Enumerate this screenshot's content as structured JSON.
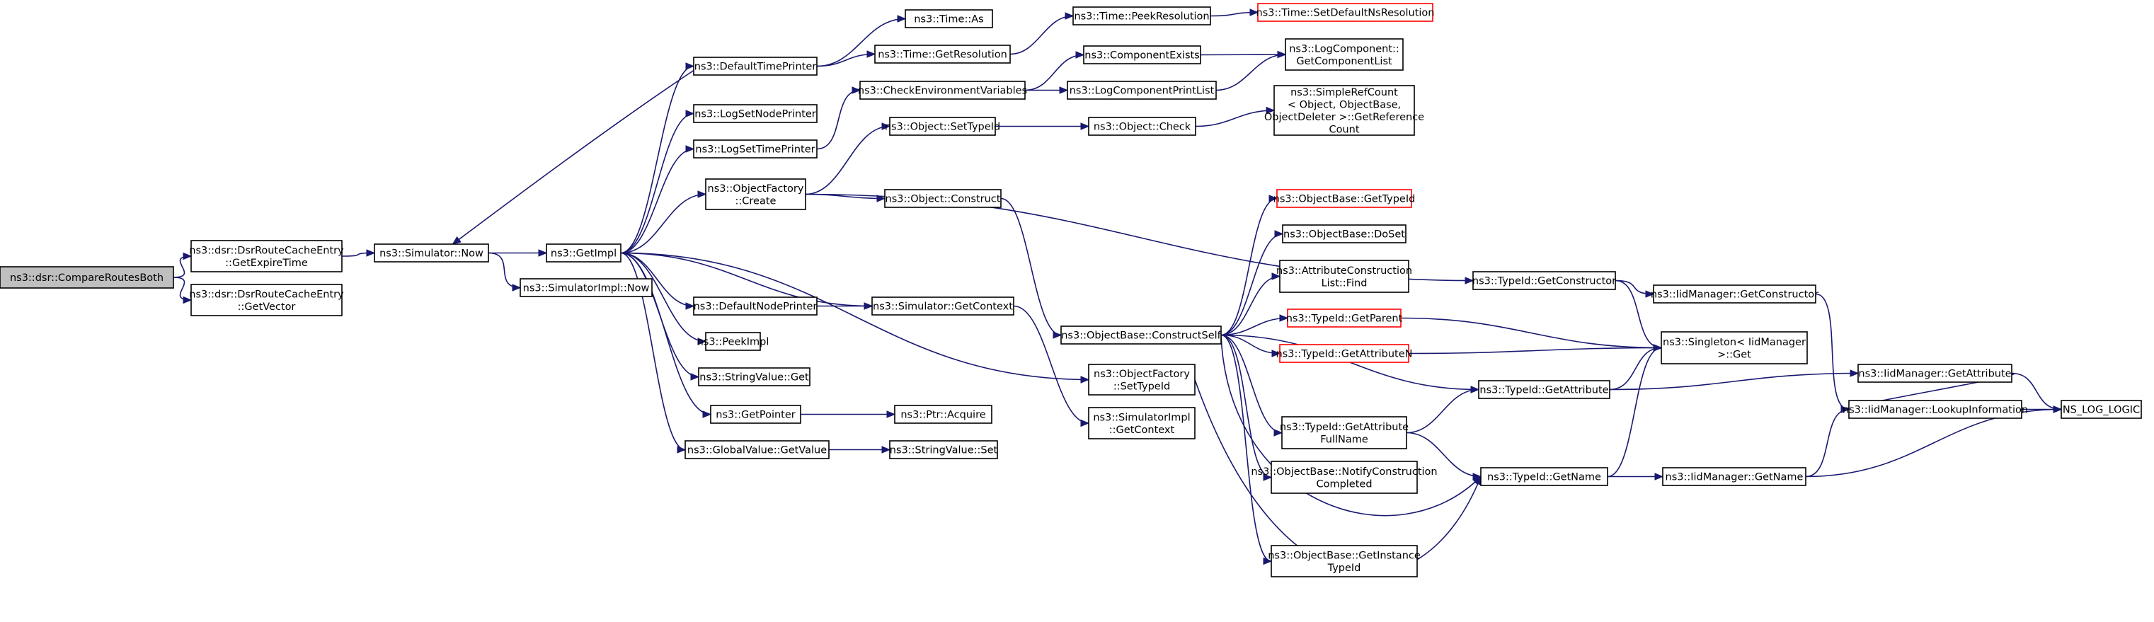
{
  "diagram": {
    "type": "call-graph",
    "colors": {
      "edge": "#191970",
      "root_fill": "#bfbfbf",
      "node_fill": "#ffffff",
      "node_border": "#000000",
      "truncated_border": "#ff0000"
    },
    "nodes": [
      {
        "id": "n0",
        "lines": [
          "ns3::dsr::CompareRoutesBoth"
        ],
        "root": true
      },
      {
        "id": "n1",
        "lines": [
          "ns3::dsr::DsrRouteCacheEntry",
          "::GetExpireTime"
        ]
      },
      {
        "id": "n2",
        "lines": [
          "ns3::dsr::DsrRouteCacheEntry",
          "::GetVector"
        ]
      },
      {
        "id": "n3",
        "lines": [
          "ns3::Simulator::Now"
        ]
      },
      {
        "id": "n4",
        "lines": [
          "ns3::GetImpl"
        ]
      },
      {
        "id": "n5",
        "lines": [
          "ns3::SimulatorImpl::Now"
        ]
      },
      {
        "id": "n6",
        "lines": [
          "ns3::DefaultTimePrinter"
        ]
      },
      {
        "id": "n7",
        "lines": [
          "ns3::LogSetNodePrinter"
        ]
      },
      {
        "id": "n8",
        "lines": [
          "ns3::LogSetTimePrinter"
        ]
      },
      {
        "id": "n9",
        "lines": [
          "ns3::ObjectFactory",
          "::Create"
        ]
      },
      {
        "id": "n10",
        "lines": [
          "ns3::DefaultNodePrinter"
        ]
      },
      {
        "id": "n11",
        "lines": [
          "ns3::PeekImpl"
        ]
      },
      {
        "id": "n12",
        "lines": [
          "ns3::StringValue::Get"
        ]
      },
      {
        "id": "n13",
        "lines": [
          "ns3::GetPointer"
        ]
      },
      {
        "id": "n14",
        "lines": [
          "ns3::GlobalValue::GetValue"
        ]
      },
      {
        "id": "n15",
        "lines": [
          "ns3::Time::As"
        ]
      },
      {
        "id": "n16",
        "lines": [
          "ns3::Time::GetResolution"
        ]
      },
      {
        "id": "n17",
        "lines": [
          "ns3::CheckEnvironmentVariables"
        ]
      },
      {
        "id": "n18",
        "lines": [
          "ns3::Object::SetTypeId"
        ]
      },
      {
        "id": "n19",
        "lines": [
          "ns3::Object::Construct"
        ]
      },
      {
        "id": "n20",
        "lines": [
          "ns3::Simulator::GetContext"
        ]
      },
      {
        "id": "n21",
        "lines": [
          "ns3::Ptr::Acquire"
        ]
      },
      {
        "id": "n22",
        "lines": [
          "ns3::StringValue::Set"
        ]
      },
      {
        "id": "n23",
        "lines": [
          "ns3::Time::PeekResolution"
        ]
      },
      {
        "id": "n24",
        "lines": [
          "ns3::ComponentExists"
        ]
      },
      {
        "id": "n25",
        "lines": [
          "ns3::LogComponentPrintList"
        ]
      },
      {
        "id": "n26",
        "lines": [
          "ns3::Object::Check"
        ]
      },
      {
        "id": "n27",
        "lines": [
          "ns3::ObjectBase::ConstructSelf"
        ]
      },
      {
        "id": "n28",
        "lines": [
          "ns3::ObjectFactory",
          "::SetTypeId"
        ]
      },
      {
        "id": "n29",
        "lines": [
          "ns3::SimulatorImpl",
          "::GetContext"
        ]
      },
      {
        "id": "n30",
        "lines": [
          "ns3::Time::SetDefaultNsResolution"
        ],
        "truncated": true
      },
      {
        "id": "n31",
        "lines": [
          "ns3::LogComponent::",
          "GetComponentList"
        ]
      },
      {
        "id": "n32",
        "lines": [
          "ns3::SimpleRefCount",
          "< Object, ObjectBase,",
          " ObjectDeleter >::GetReference",
          "Count"
        ]
      },
      {
        "id": "n33",
        "lines": [
          "ns3::ObjectBase::GetTypeId"
        ],
        "truncated": true
      },
      {
        "id": "n34",
        "lines": [
          "ns3::ObjectBase::DoSet"
        ]
      },
      {
        "id": "n35",
        "lines": [
          "ns3::AttributeConstruction",
          "List::Find"
        ]
      },
      {
        "id": "n36",
        "lines": [
          "ns3::TypeId::GetParent"
        ],
        "truncated": true
      },
      {
        "id": "n37",
        "lines": [
          "ns3::TypeId::GetAttributeN"
        ],
        "truncated": true
      },
      {
        "id": "n38",
        "lines": [
          "ns3::TypeId::GetAttribute",
          "FullName"
        ]
      },
      {
        "id": "n39",
        "lines": [
          "ns3::ObjectBase::NotifyConstruction",
          "Completed"
        ]
      },
      {
        "id": "n40",
        "lines": [
          "ns3::ObjectBase::GetInstance",
          "TypeId"
        ]
      },
      {
        "id": "n41",
        "lines": [
          "ns3::TypeId::GetConstructor"
        ]
      },
      {
        "id": "n42",
        "lines": [
          "ns3::TypeId::GetAttribute"
        ]
      },
      {
        "id": "n43",
        "lines": [
          "ns3::TypeId::GetName"
        ]
      },
      {
        "id": "n44",
        "lines": [
          "ns3::IidManager::GetConstructor"
        ]
      },
      {
        "id": "n45",
        "lines": [
          "ns3::Singleton< IidManager",
          " >::Get"
        ]
      },
      {
        "id": "n46",
        "lines": [
          "ns3::IidManager::GetName"
        ]
      },
      {
        "id": "n47",
        "lines": [
          "ns3::IidManager::GetAttribute"
        ]
      },
      {
        "id": "n48",
        "lines": [
          "ns3::IidManager::LookupInformation"
        ]
      },
      {
        "id": "n49",
        "lines": [
          "NS_LOG_LOGIC"
        ]
      }
    ],
    "edges": [
      [
        "n0",
        "n1"
      ],
      [
        "n0",
        "n2"
      ],
      [
        "n1",
        "n3"
      ],
      [
        "n3",
        "n4"
      ],
      [
        "n3",
        "n5"
      ],
      [
        "n4",
        "n6"
      ],
      [
        "n4",
        "n7"
      ],
      [
        "n4",
        "n8"
      ],
      [
        "n4",
        "n9"
      ],
      [
        "n4",
        "n10"
      ],
      [
        "n4",
        "n11"
      ],
      [
        "n4",
        "n12"
      ],
      [
        "n4",
        "n13"
      ],
      [
        "n4",
        "n14"
      ],
      [
        "n4",
        "n20"
      ],
      [
        "n4",
        "n28"
      ],
      [
        "n6",
        "n3"
      ],
      [
        "n6",
        "n15"
      ],
      [
        "n6",
        "n16"
      ],
      [
        "n16",
        "n23"
      ],
      [
        "n23",
        "n30"
      ],
      [
        "n8",
        "n17"
      ],
      [
        "n17",
        "n24"
      ],
      [
        "n17",
        "n25"
      ],
      [
        "n24",
        "n31"
      ],
      [
        "n25",
        "n31"
      ],
      [
        "n9",
        "n18"
      ],
      [
        "n9",
        "n19"
      ],
      [
        "n9",
        "n41"
      ],
      [
        "n18",
        "n26"
      ],
      [
        "n26",
        "n32"
      ],
      [
        "n19",
        "n27"
      ],
      [
        "n10",
        "n20"
      ],
      [
        "n20",
        "n29"
      ],
      [
        "n13",
        "n21"
      ],
      [
        "n14",
        "n22"
      ],
      [
        "n27",
        "n33"
      ],
      [
        "n27",
        "n34"
      ],
      [
        "n27",
        "n35"
      ],
      [
        "n27",
        "n36"
      ],
      [
        "n27",
        "n37"
      ],
      [
        "n27",
        "n42"
      ],
      [
        "n27",
        "n38"
      ],
      [
        "n27",
        "n39"
      ],
      [
        "n27",
        "n40"
      ],
      [
        "n27",
        "n43"
      ],
      [
        "n28",
        "n43"
      ],
      [
        "n38",
        "n42"
      ],
      [
        "n38",
        "n43"
      ],
      [
        "n36",
        "n45"
      ],
      [
        "n37",
        "n45"
      ],
      [
        "n41",
        "n44"
      ],
      [
        "n41",
        "n45"
      ],
      [
        "n42",
        "n45"
      ],
      [
        "n42",
        "n47"
      ],
      [
        "n43",
        "n45"
      ],
      [
        "n43",
        "n46"
      ],
      [
        "n44",
        "n48"
      ],
      [
        "n47",
        "n48"
      ],
      [
        "n46",
        "n48"
      ],
      [
        "n47",
        "n49"
      ],
      [
        "n48",
        "n49"
      ],
      [
        "n46",
        "n49"
      ]
    ]
  }
}
